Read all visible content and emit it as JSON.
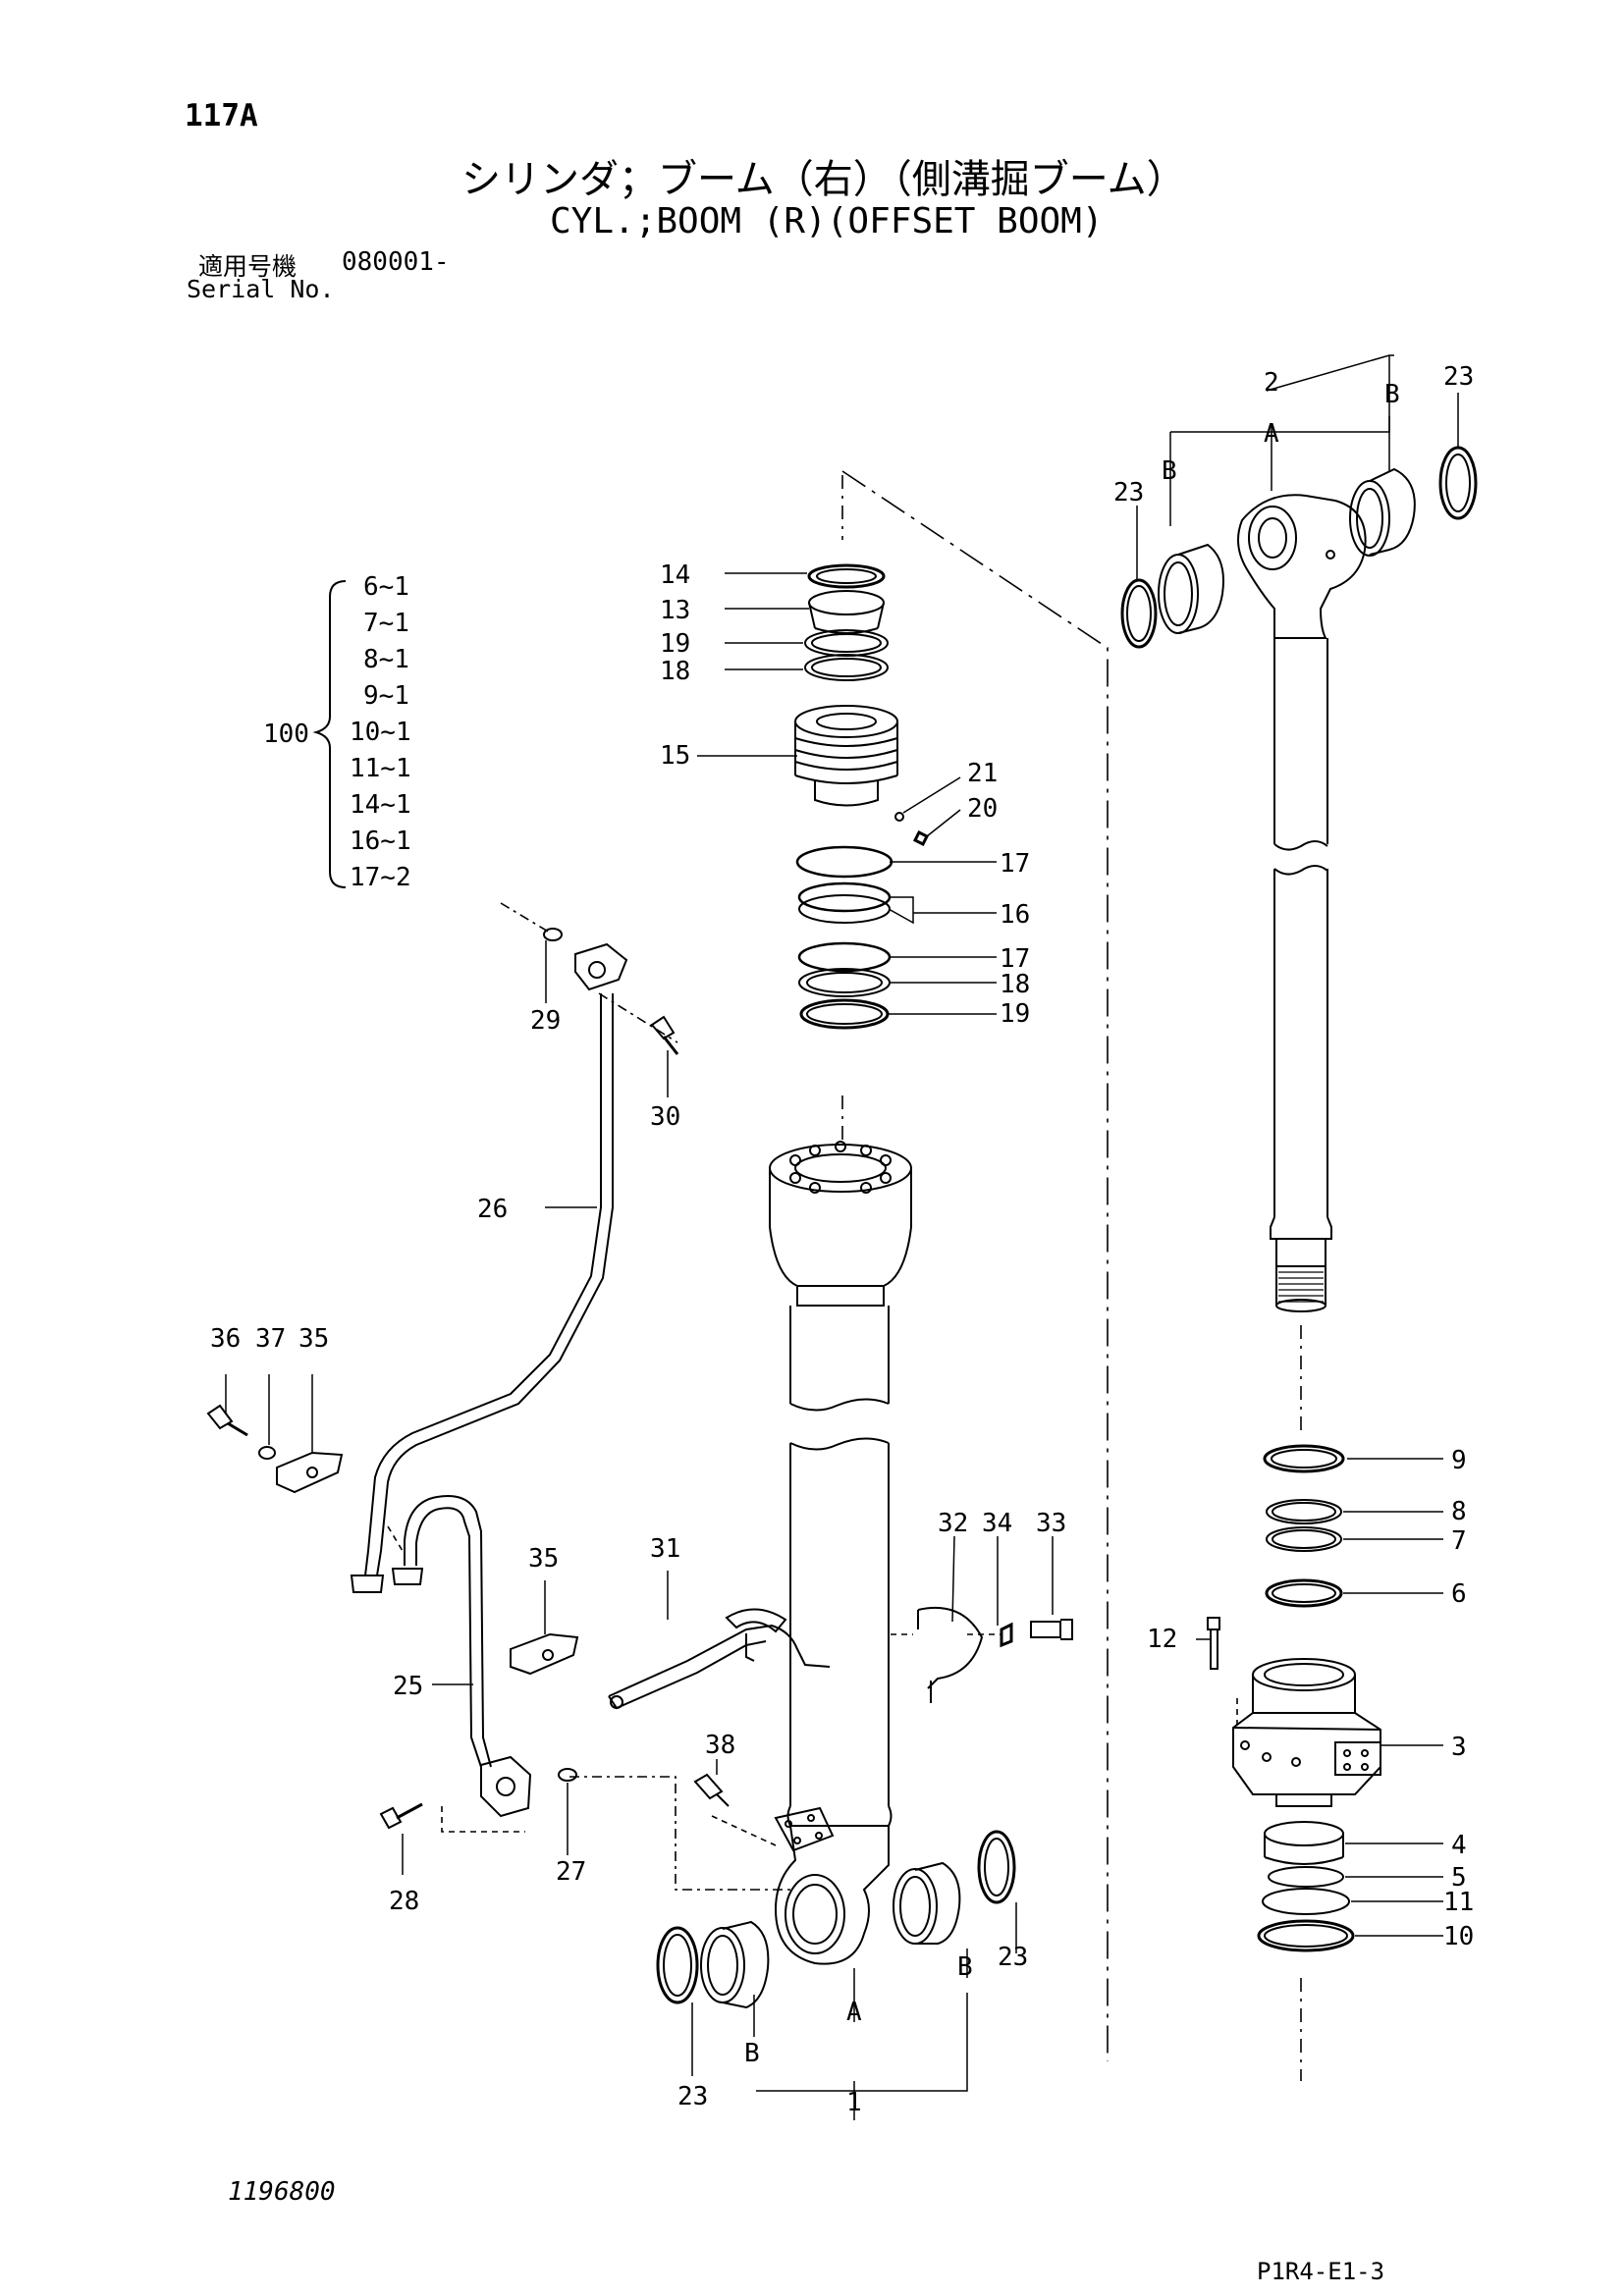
{
  "header": {
    "page_number": "117A",
    "title_jp": "シリンダ；ブーム（右）（側溝掘ブーム）",
    "title_en": "CYL.;BOOM (R)(OFFSET BOOM)",
    "serial_label_jp": "適用号機",
    "serial_value": "080001-",
    "serial_label_en": "Serial No."
  },
  "kit": {
    "number": "100",
    "items": [
      "6~1",
      "7~1",
      "8~1",
      "9~1",
      "10~1",
      "11~1",
      "14~1",
      "16~1",
      "17~2"
    ]
  },
  "callouts": {
    "p1": "1",
    "p2": "2",
    "p3": "3",
    "p4": "4",
    "p5": "5",
    "p6": "6",
    "p7": "7",
    "p8": "8",
    "p9": "9",
    "p10": "10",
    "p11": "11",
    "p12": "12",
    "p13": "13",
    "p14": "14",
    "p15": "15",
    "p16": "16",
    "p17": "17",
    "p18": "18",
    "p19": "19",
    "p20": "20",
    "p21": "21",
    "p23": "23",
    "p25": "25",
    "p26": "26",
    "p27": "27",
    "p28": "28",
    "p29": "29",
    "p30": "30",
    "p31": "31",
    "p32": "32",
    "p33": "33",
    "p34": "34",
    "p35": "35",
    "p36": "36",
    "p37": "37",
    "p38": "38",
    "a": "A",
    "b": "B"
  },
  "footer": {
    "drawing_number": "1196800",
    "page_code": "P1R4-E1-3"
  }
}
